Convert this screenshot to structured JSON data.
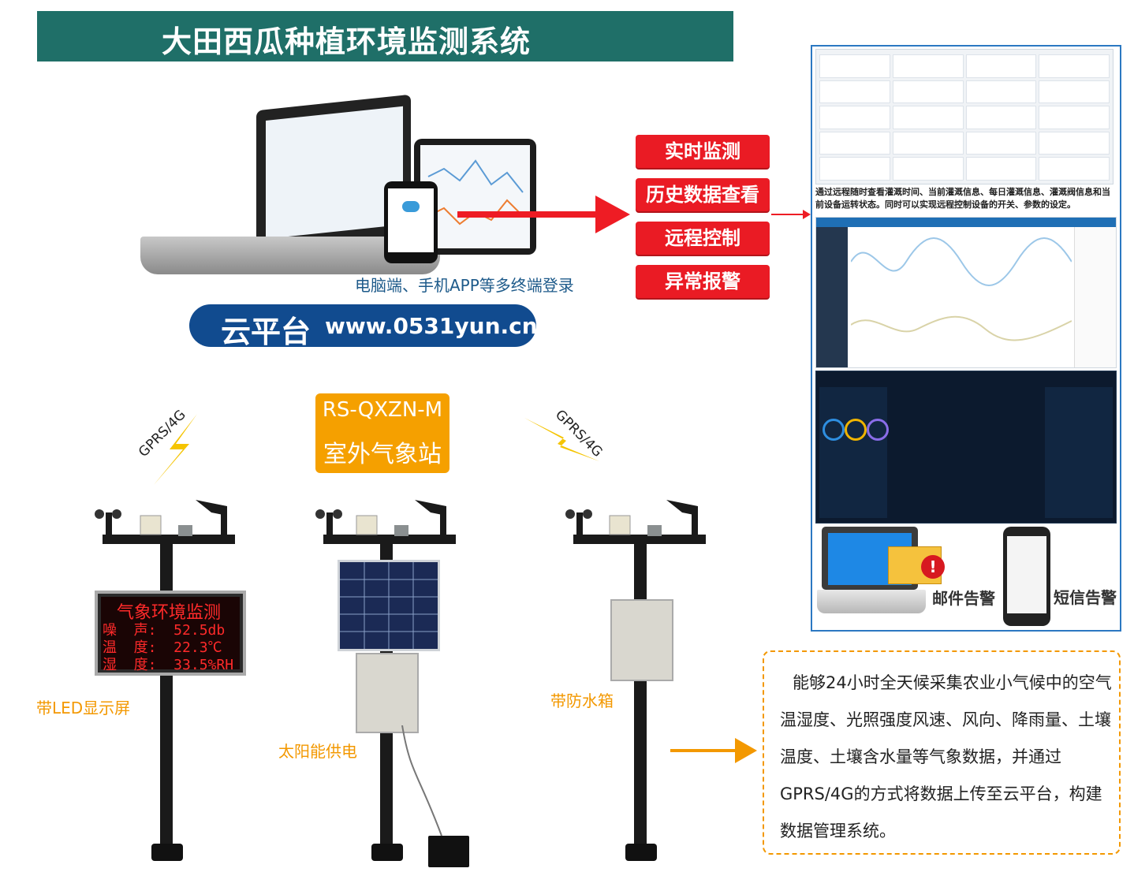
{
  "title": "大田西瓜种植环境监测系统",
  "terminal_caption": "电脑端、手机APP等多终端登录",
  "cloud": {
    "label": "云平台",
    "url": "www.0531yun.cn"
  },
  "features": [
    "实时监测",
    "历史数据查看",
    "远程控制",
    "异常报警"
  ],
  "platform_desc": "通过远程随时查看灌溉时间、当前灌溉信息、每日灌溉信息、灌溉阀信息和当前设备运转状态。同时可以实现远程控制设备的开关、参数的设定。",
  "alerts": {
    "mail": "邮件告警",
    "sms": "短信告警"
  },
  "station": {
    "model": "RS-QXZN-M",
    "name": "室外气象站"
  },
  "comm_label": "GPRS/4G",
  "led": {
    "title": "气象环境监测",
    "rows": [
      "噪  声:  52.5db",
      "温  度:  22.3℃",
      "湿  度:  33.5%RH"
    ]
  },
  "poles": {
    "led": "带LED显示屏",
    "solar": "太阳能供电",
    "box": "带防水箱"
  },
  "description": "能够24小时全天候采集农业小气候中的空气温湿度、光照强度风速、风向、降雨量、土壤温度、土壤含水量等气象数据，并通过GPRS/4G的方式将数据上传至云平台，构建数据管理系统。",
  "colors": {
    "title_bg": "#1f6f68",
    "feature_red": "#ea1b24",
    "cloud_blue": "#114b8f",
    "station_orange": "#f5a000"
  }
}
